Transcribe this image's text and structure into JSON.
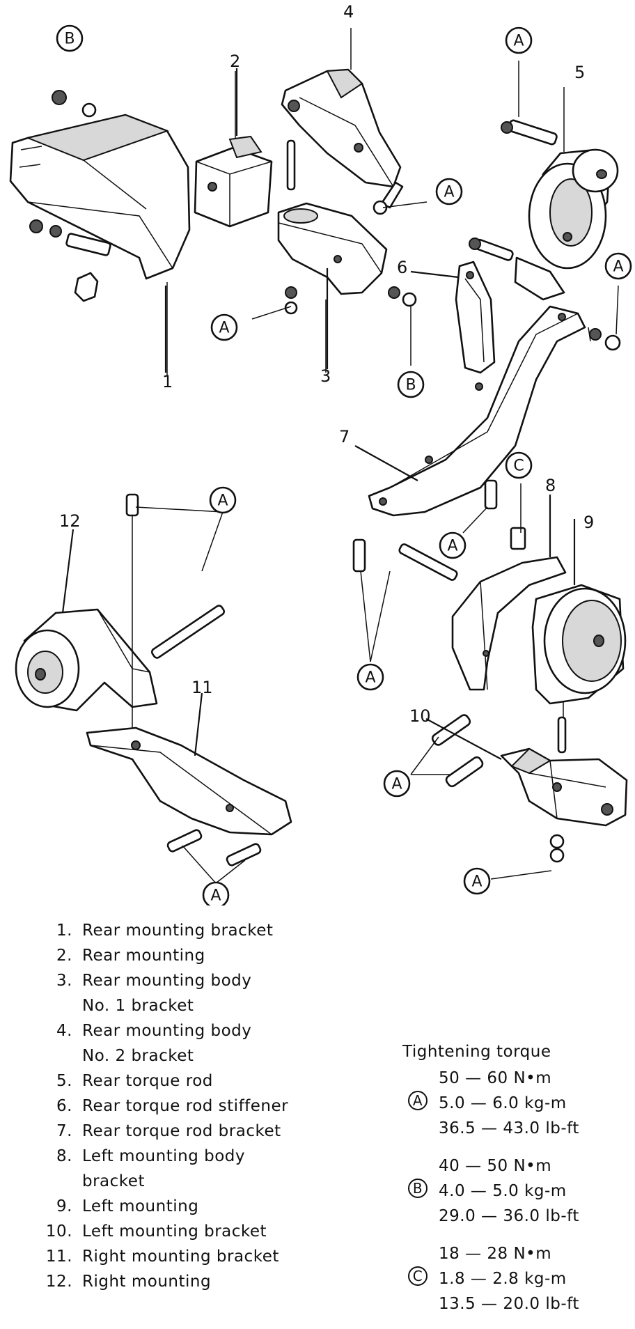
{
  "figure": {
    "part_numbers": [
      "1",
      "2",
      "3",
      "4",
      "5",
      "6",
      "7",
      "8",
      "9",
      "10",
      "11",
      "12"
    ],
    "callouts": {
      "a": "A",
      "b": "B",
      "c": "C"
    }
  },
  "legend": {
    "items": [
      {
        "num": "1.",
        "line1": "Rear mounting bracket"
      },
      {
        "num": "2.",
        "line1": "Rear mounting"
      },
      {
        "num": "3.",
        "line1": "Rear mounting body",
        "line2": "No. 1 bracket"
      },
      {
        "num": "4.",
        "line1": "Rear mounting body",
        "line2": "No. 2 bracket"
      },
      {
        "num": "5.",
        "line1": "Rear torque rod"
      },
      {
        "num": "6.",
        "line1": "Rear torque rod stiffener"
      },
      {
        "num": "7.",
        "line1": "Rear torque rod bracket"
      },
      {
        "num": "8.",
        "line1": "Left mounting body",
        "line2": "bracket"
      },
      {
        "num": "9.",
        "line1": "Left mounting"
      },
      {
        "num": "10.",
        "line1": "Left mounting bracket"
      },
      {
        "num": "11.",
        "line1": "Right mounting bracket"
      },
      {
        "num": "12.",
        "line1": "Right mounting"
      }
    ]
  },
  "torque": {
    "title": "Tightening torque",
    "groups": [
      {
        "mark": "A",
        "nm": "50 — 60 N•m",
        "kgm": "5.0 — 6.0 kg-m",
        "lbft": "36.5 — 43.0 lb-ft"
      },
      {
        "mark": "B",
        "nm": "40 — 50 N•m",
        "kgm": "4.0 — 5.0 kg-m",
        "lbft": "29.0 — 36.0 lb-ft"
      },
      {
        "mark": "C",
        "nm": "18 — 28 N•m",
        "kgm": "1.8 — 2.8 kg-m",
        "lbft": "13.5 — 20.0 lb-ft"
      }
    ]
  }
}
